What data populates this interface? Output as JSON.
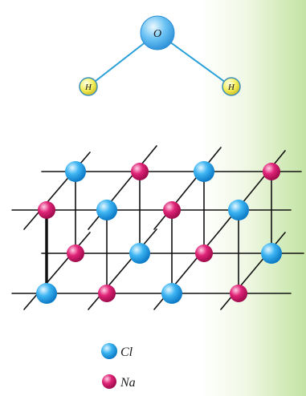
{
  "water_molecule": {
    "atoms": [
      {
        "label": "O",
        "color": "#3aa6ec"
      },
      {
        "label": "H",
        "color": "#f4ef58"
      },
      {
        "label": "H",
        "color": "#f4ef58"
      }
    ]
  },
  "lattice": {
    "cl_color": "#1fa4ec",
    "na_color": "#d8136c"
  },
  "legend": {
    "items": [
      {
        "label": "Cl",
        "color": "#1fa4ec"
      },
      {
        "label": "Na",
        "color": "#d8136c"
      }
    ]
  }
}
